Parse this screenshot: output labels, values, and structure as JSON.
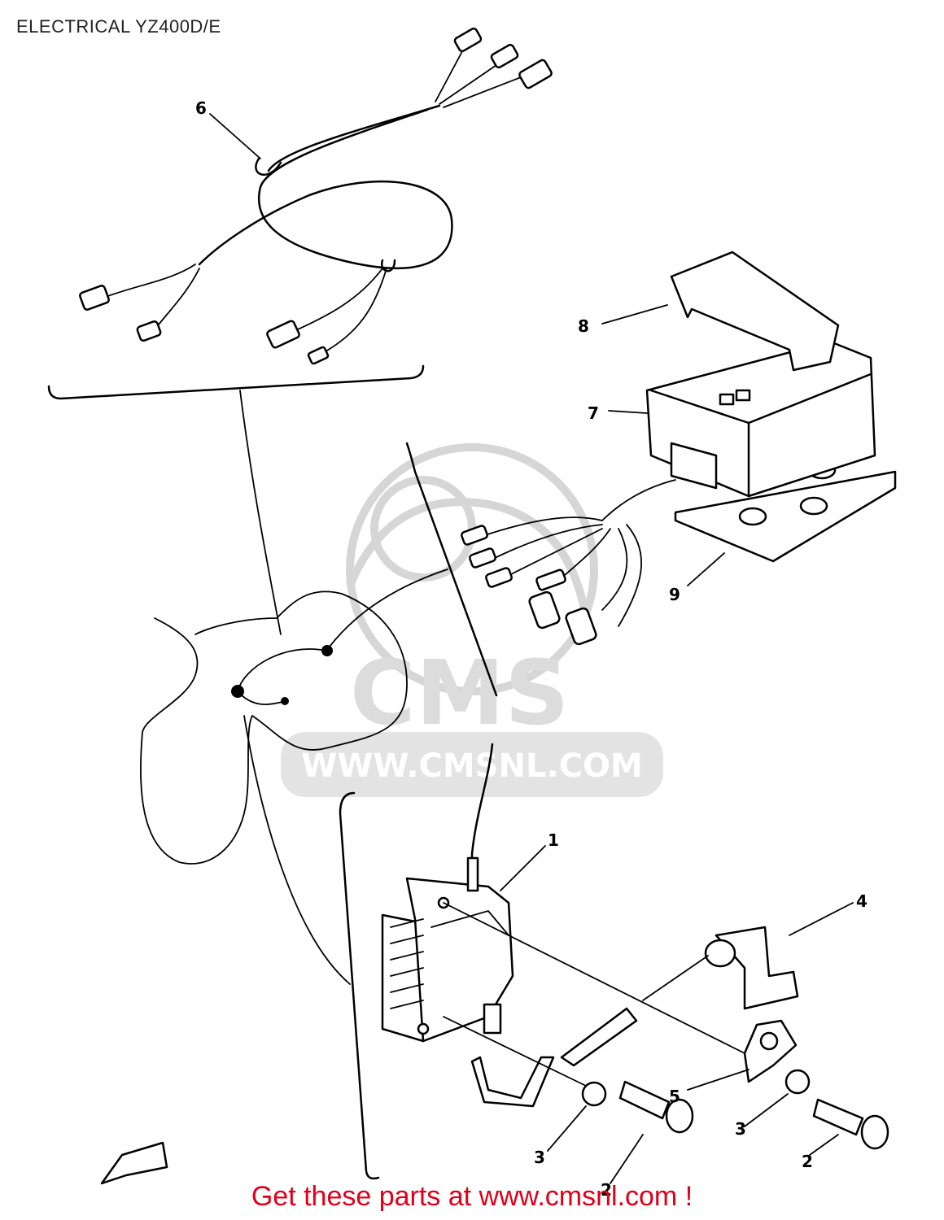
{
  "title": "ELECTRICAL YZ400D/E",
  "footer": {
    "text": "Get these parts at www.cmsnl.com !",
    "color": "#e0001a"
  },
  "watermark": {
    "logo": "CMS",
    "url": "WWW.CMSNL.COM"
  },
  "callouts": {
    "c1": "1",
    "c2a": "2",
    "c2b": "2",
    "c3a": "3",
    "c3b": "3",
    "c4": "4",
    "c5": "5",
    "c6": "6",
    "c7": "7",
    "c8": "8",
    "c9": "9"
  }
}
